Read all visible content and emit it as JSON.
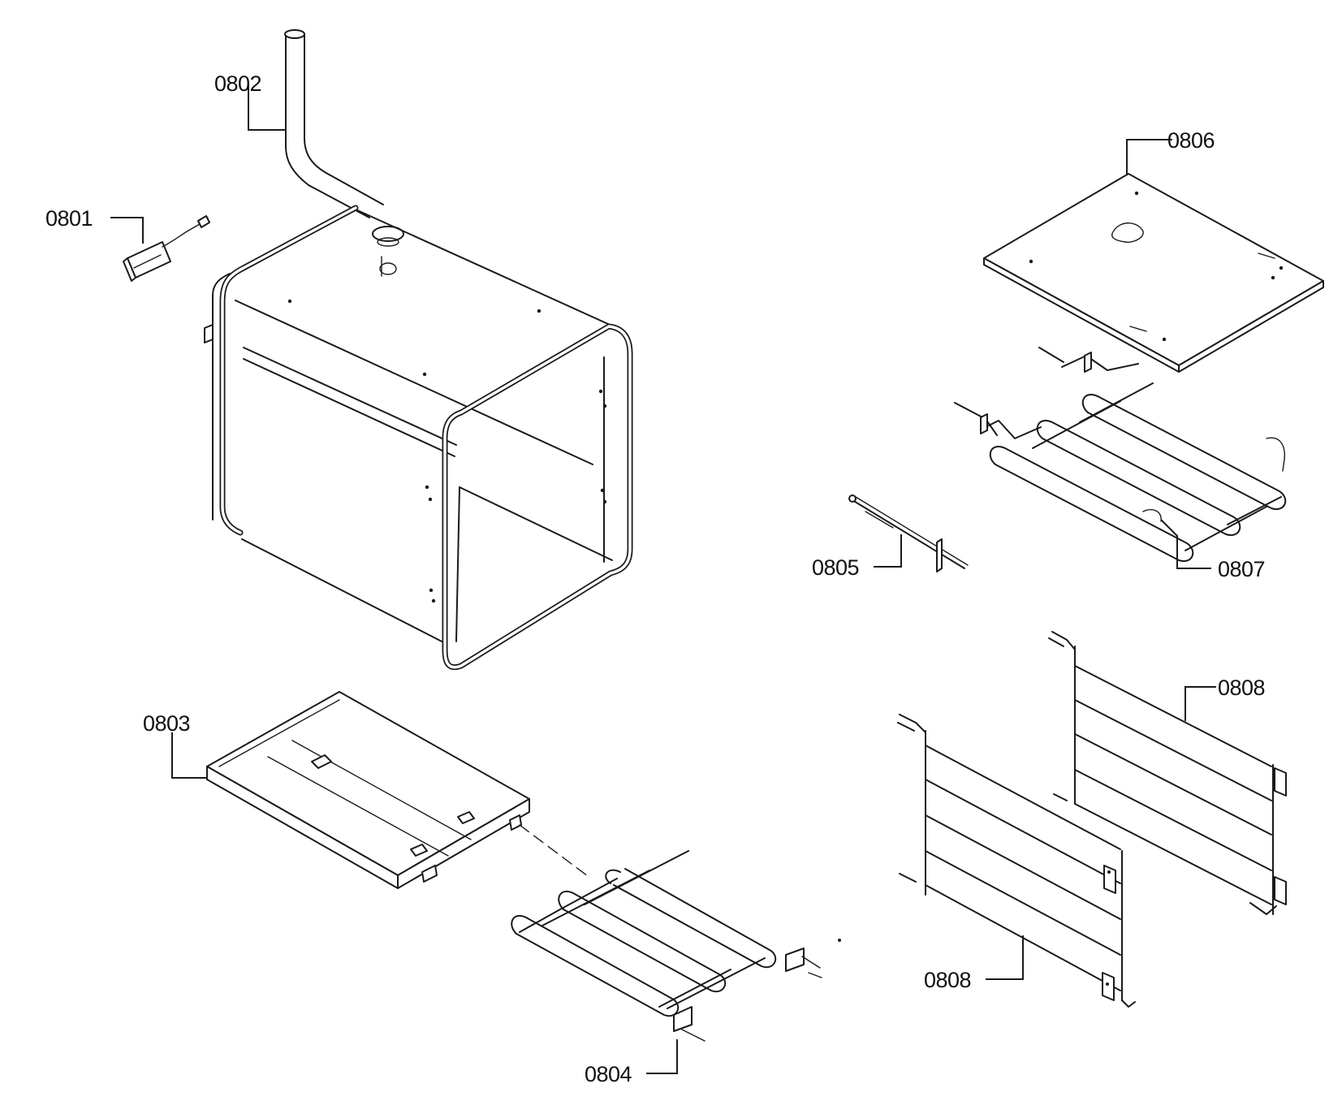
{
  "parts": [
    {
      "id": "p0801",
      "label": "0801"
    },
    {
      "id": "p0802",
      "label": "0802"
    },
    {
      "id": "p0803",
      "label": "0803"
    },
    {
      "id": "p0804",
      "label": "0804"
    },
    {
      "id": "p0805",
      "label": "0805"
    },
    {
      "id": "p0806",
      "label": "0806"
    },
    {
      "id": "p0807",
      "label": "0807"
    },
    {
      "id": "p0808a",
      "label": "0808"
    },
    {
      "id": "p0808b",
      "label": "0808"
    }
  ]
}
